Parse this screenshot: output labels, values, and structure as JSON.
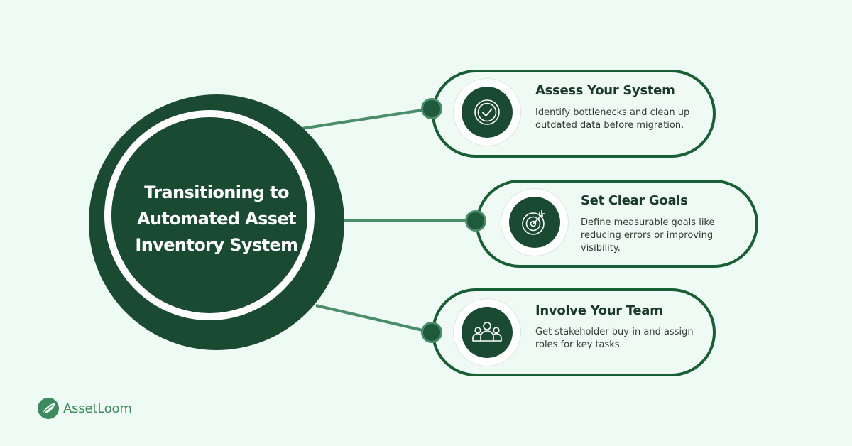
{
  "hub": {
    "title_lines": [
      "Transitioning to",
      "Automated Asset",
      "Inventory System"
    ]
  },
  "steps": [
    {
      "icon": "check-circle-icon",
      "title": "Assess Your System",
      "body": "Identify bottlenecks and clean up outdated data before migration."
    },
    {
      "icon": "target-icon",
      "title": "Set Clear Goals",
      "body": "Define measurable goals like reducing errors or improving visibility."
    },
    {
      "icon": "team-icon",
      "title": "Involve Your Team",
      "body": "Get stakeholder buy-in and assign roles for key tasks."
    }
  ],
  "brand": {
    "name": "AssetLoom"
  },
  "colors": {
    "background": "#eefbf4",
    "hub": "#1b4a32",
    "card_border": "#1a5e36",
    "connector": "#4a8d6a",
    "brand": "#3d8a5f"
  }
}
